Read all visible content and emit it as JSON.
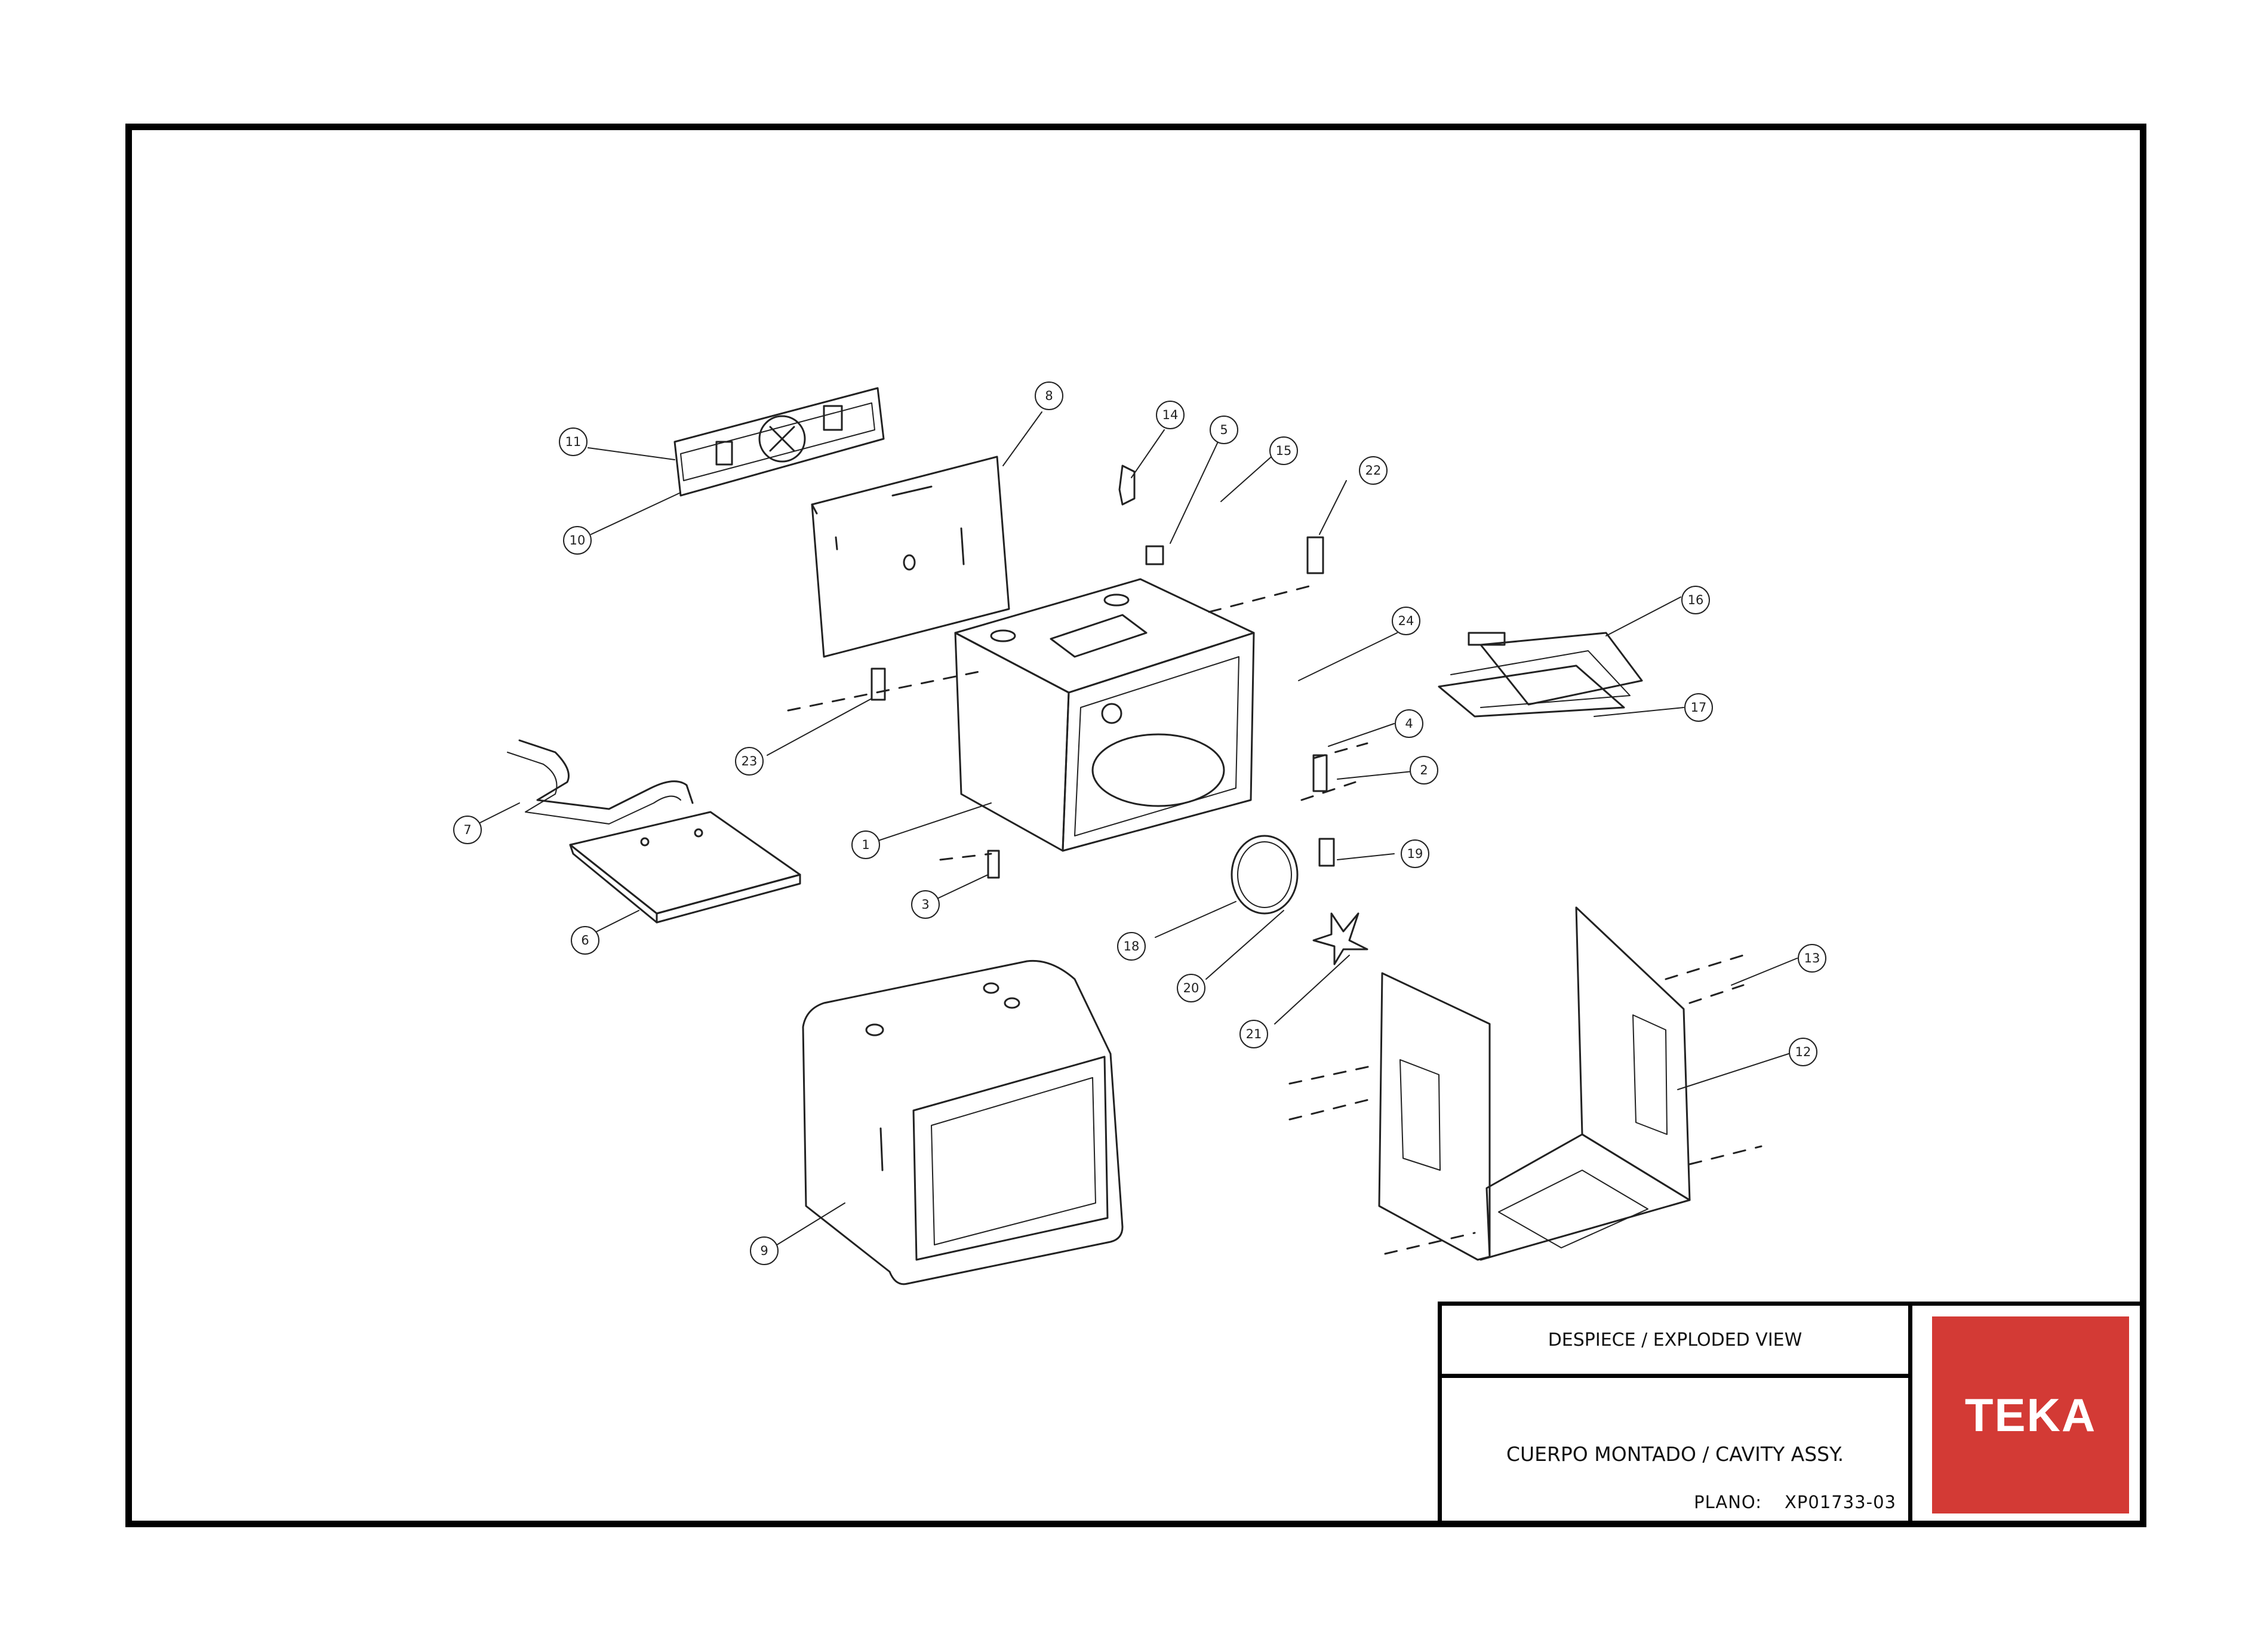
{
  "title_block": {
    "title": "DESPIECE / EXPLODED VIEW",
    "subtitle": "CUERPO MONTADO / CAVITY ASSY.",
    "plan_label": "PLANO:",
    "plan_number": "XP01733-03"
  },
  "logo": {
    "text": "TEKA",
    "background": "#d33a35"
  },
  "balloons": [
    "1",
    "2",
    "3",
    "4",
    "5",
    "6",
    "7",
    "8",
    "9",
    "10",
    "11",
    "12",
    "13",
    "14",
    "15",
    "16",
    "17",
    "18",
    "19",
    "20",
    "21",
    "22",
    "23",
    "24"
  ]
}
